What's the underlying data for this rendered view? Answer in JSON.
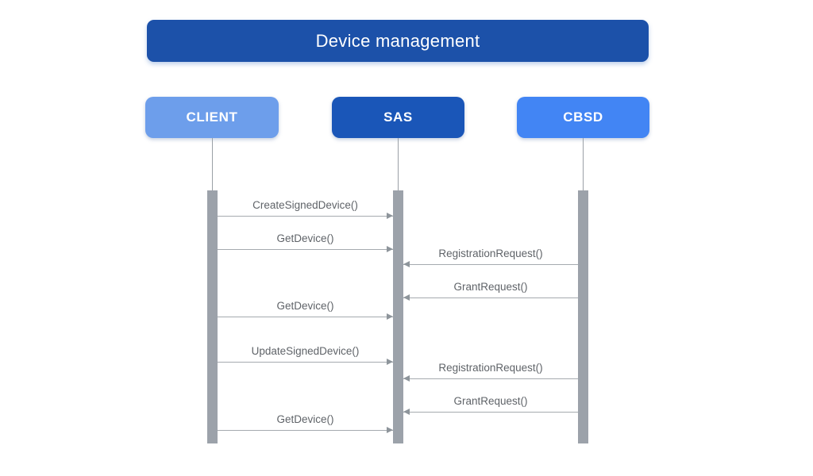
{
  "title": "Device management",
  "colors": {
    "title_bg": "#1C51A9",
    "client_bg": "#6D9EEB",
    "sas_bg": "#1A56B8",
    "cbsd_bg": "#4285F4",
    "lifeline": "#9AA0A6",
    "activation": "#9CA2AA",
    "arrow": "#A5AAAF",
    "arrowhead": "#8E959B",
    "label": "#5F6368"
  },
  "actors": [
    {
      "id": "client",
      "label": "CLIENT"
    },
    {
      "id": "sas",
      "label": "SAS"
    },
    {
      "id": "cbsd",
      "label": "CBSD"
    }
  ],
  "messages": [
    {
      "label": "CreateSignedDevice()",
      "from": "CLIENT",
      "to": "SAS"
    },
    {
      "label": "GetDevice()",
      "from": "CLIENT",
      "to": "SAS"
    },
    {
      "label": "RegistrationRequest()",
      "from": "CBSD",
      "to": "SAS"
    },
    {
      "label": "GrantRequest()",
      "from": "CBSD",
      "to": "SAS"
    },
    {
      "label": "GetDevice()",
      "from": "CLIENT",
      "to": "SAS"
    },
    {
      "label": "UpdateSignedDevice()",
      "from": "CLIENT",
      "to": "SAS"
    },
    {
      "label": "RegistrationRequest()",
      "from": "CBSD",
      "to": "SAS"
    },
    {
      "label": "GrantRequest()",
      "from": "CBSD",
      "to": "SAS"
    },
    {
      "label": "GetDevice()",
      "from": "CLIENT",
      "to": "SAS"
    }
  ]
}
